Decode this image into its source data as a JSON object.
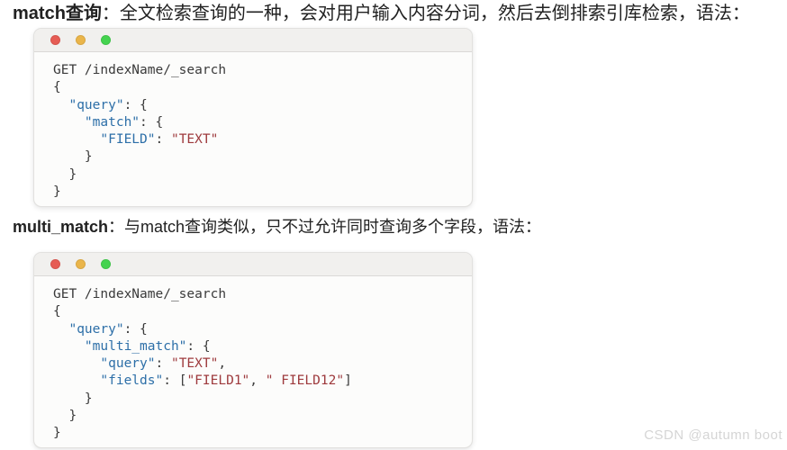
{
  "watermark": "CSDN @autumn boot",
  "sections": [
    {
      "term": "match查询",
      "rest": "：全文检索查询的一种，会对用户输入内容分词，然后去倒排索引库检索，语法："
    },
    {
      "term": "multi_match",
      "rest": "：与match查询类似，只不过允许同时查询多个字段，语法："
    }
  ],
  "window_controls": [
    "close",
    "minimize",
    "maximize"
  ],
  "code_blocks": [
    {
      "lines": [
        [
          {
            "t": "GET /indexName/_search",
            "c": "plain"
          }
        ],
        [
          {
            "t": "{",
            "c": "plain"
          }
        ],
        [
          {
            "t": "  ",
            "c": "plain"
          },
          {
            "t": "\"query\"",
            "c": "key"
          },
          {
            "t": ": {",
            "c": "plain"
          }
        ],
        [
          {
            "t": "    ",
            "c": "plain"
          },
          {
            "t": "\"match\"",
            "c": "key"
          },
          {
            "t": ": {",
            "c": "plain"
          }
        ],
        [
          {
            "t": "      ",
            "c": "plain"
          },
          {
            "t": "\"FIELD\"",
            "c": "key"
          },
          {
            "t": ": ",
            "c": "plain"
          },
          {
            "t": "\"TEXT\"",
            "c": "str"
          }
        ],
        [
          {
            "t": "    }",
            "c": "plain"
          }
        ],
        [
          {
            "t": "  }",
            "c": "plain"
          }
        ],
        [
          {
            "t": "}",
            "c": "plain"
          }
        ]
      ]
    },
    {
      "lines": [
        [
          {
            "t": "GET /indexName/_search",
            "c": "plain"
          }
        ],
        [
          {
            "t": "{",
            "c": "plain"
          }
        ],
        [
          {
            "t": "  ",
            "c": "plain"
          },
          {
            "t": "\"query\"",
            "c": "key"
          },
          {
            "t": ": {",
            "c": "plain"
          }
        ],
        [
          {
            "t": "    ",
            "c": "plain"
          },
          {
            "t": "\"multi_match\"",
            "c": "key"
          },
          {
            "t": ": {",
            "c": "plain"
          }
        ],
        [
          {
            "t": "      ",
            "c": "plain"
          },
          {
            "t": "\"query\"",
            "c": "key"
          },
          {
            "t": ": ",
            "c": "plain"
          },
          {
            "t": "\"TEXT\"",
            "c": "str"
          },
          {
            "t": ",",
            "c": "plain"
          }
        ],
        [
          {
            "t": "      ",
            "c": "plain"
          },
          {
            "t": "\"fields\"",
            "c": "key"
          },
          {
            "t": ": [",
            "c": "plain"
          },
          {
            "t": "\"FIELD1\"",
            "c": "str"
          },
          {
            "t": ", ",
            "c": "plain"
          },
          {
            "t": "\" FIELD12\"",
            "c": "str"
          },
          {
            "t": "]",
            "c": "plain"
          }
        ],
        [
          {
            "t": "    }",
            "c": "plain"
          }
        ],
        [
          {
            "t": "  }",
            "c": "plain"
          }
        ],
        [
          {
            "t": "}",
            "c": "plain"
          }
        ]
      ]
    }
  ],
  "colors": {
    "token_plain": "#3a3a3a",
    "token_key": "#2d6fa8",
    "token_string": "#9e3a3d",
    "close": "#e65c54",
    "minimize": "#eab54a",
    "maximize": "#44d34f",
    "titlebar_bg": "#f1f0ee",
    "window_bg": "#fcfcfb"
  }
}
